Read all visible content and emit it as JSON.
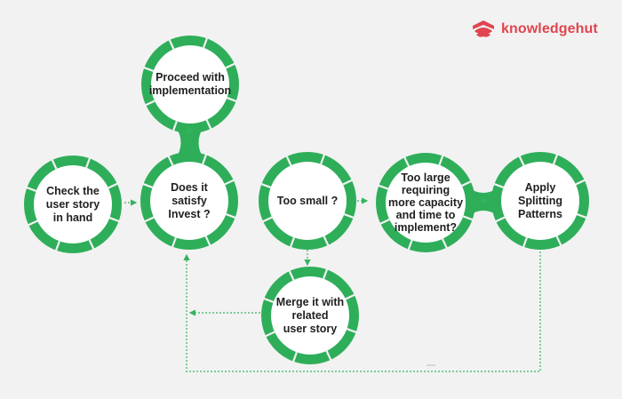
{
  "brand": {
    "name": "knowledgehut",
    "color": "#e0454f",
    "logo_icon": "lotus-icon"
  },
  "colors": {
    "ring": "#2fae5a",
    "fill": "#ffffff",
    "connector": "#34b35f",
    "background": "#f2f2f2"
  },
  "nodes": {
    "check": {
      "label": "Check the\nuser story\nin hand"
    },
    "invest": {
      "label": "Does it\nsatisfy\nInvest ?"
    },
    "proceed": {
      "label": "Proceed with\nimplementation"
    },
    "too_small": {
      "label": "Too small ?"
    },
    "merge": {
      "label": "Merge it with\nrelated\nuser story"
    },
    "too_large": {
      "label": "Too large\nrequiring\nmore capacity\nand time to\nimplement?"
    },
    "splitting": {
      "label": "Apply\nSplitting\nPatterns"
    }
  }
}
